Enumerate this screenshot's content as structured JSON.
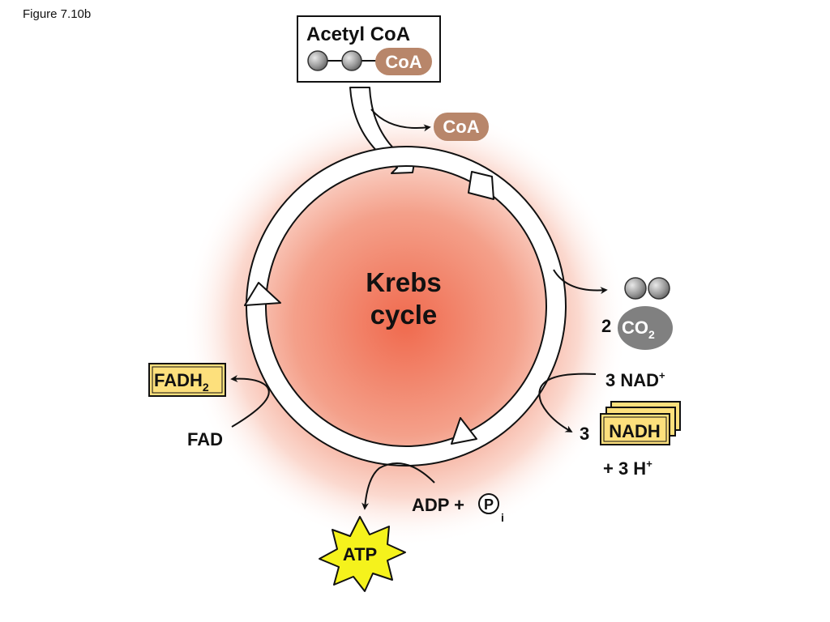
{
  "figure_label": "Figure 7.10b",
  "acetyl_coa": {
    "title": "Acetyl CoA",
    "coa_label": "CoA"
  },
  "released_coa": "CoA",
  "cycle": {
    "line1": "Krebs",
    "line2": "cycle"
  },
  "co2": {
    "coefficient": "2",
    "formula": "CO",
    "subscript": "2"
  },
  "nad": {
    "nad_plus": "3 NAD",
    "nad_plus_charge": "+",
    "nadh_coefficient": "3",
    "nadh": "NADH",
    "protons": "+ 3 H",
    "protons_charge": "+"
  },
  "fad": {
    "fadh2": "FADH",
    "fadh2_subscript": "2",
    "fad": "FAD"
  },
  "atp": {
    "adp": "ADP +",
    "phosphate": "P",
    "phosphate_subscript": "i",
    "atp": "ATP"
  },
  "colors": {
    "glow_center": "#f06a4e",
    "glow_edge": "#ffffff",
    "coa_pill": "#b8866a",
    "carbon_gray": "#8a8a8a",
    "co2_pill": "#808080",
    "energy_box": "#fde07c",
    "atp_star": "#f5f21c"
  }
}
